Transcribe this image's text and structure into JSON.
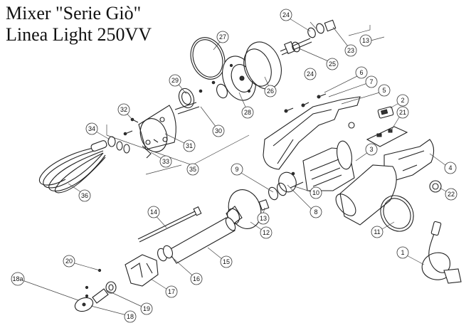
{
  "title": {
    "line1": "Mixer \"Serie Giò\"",
    "line2": "Linea Light 250VV"
  },
  "callouts": [
    "1",
    "2",
    "3",
    "4",
    "5",
    "6",
    "7",
    "8",
    "9",
    "10",
    "11",
    "12",
    "13",
    "14",
    "15",
    "16",
    "17",
    "18",
    "18a",
    "19",
    "20",
    "21",
    "22",
    "23",
    "24",
    "25",
    "26",
    "27",
    "28",
    "29",
    "30",
    "31",
    "32",
    "33",
    "34",
    "35",
    "36"
  ]
}
